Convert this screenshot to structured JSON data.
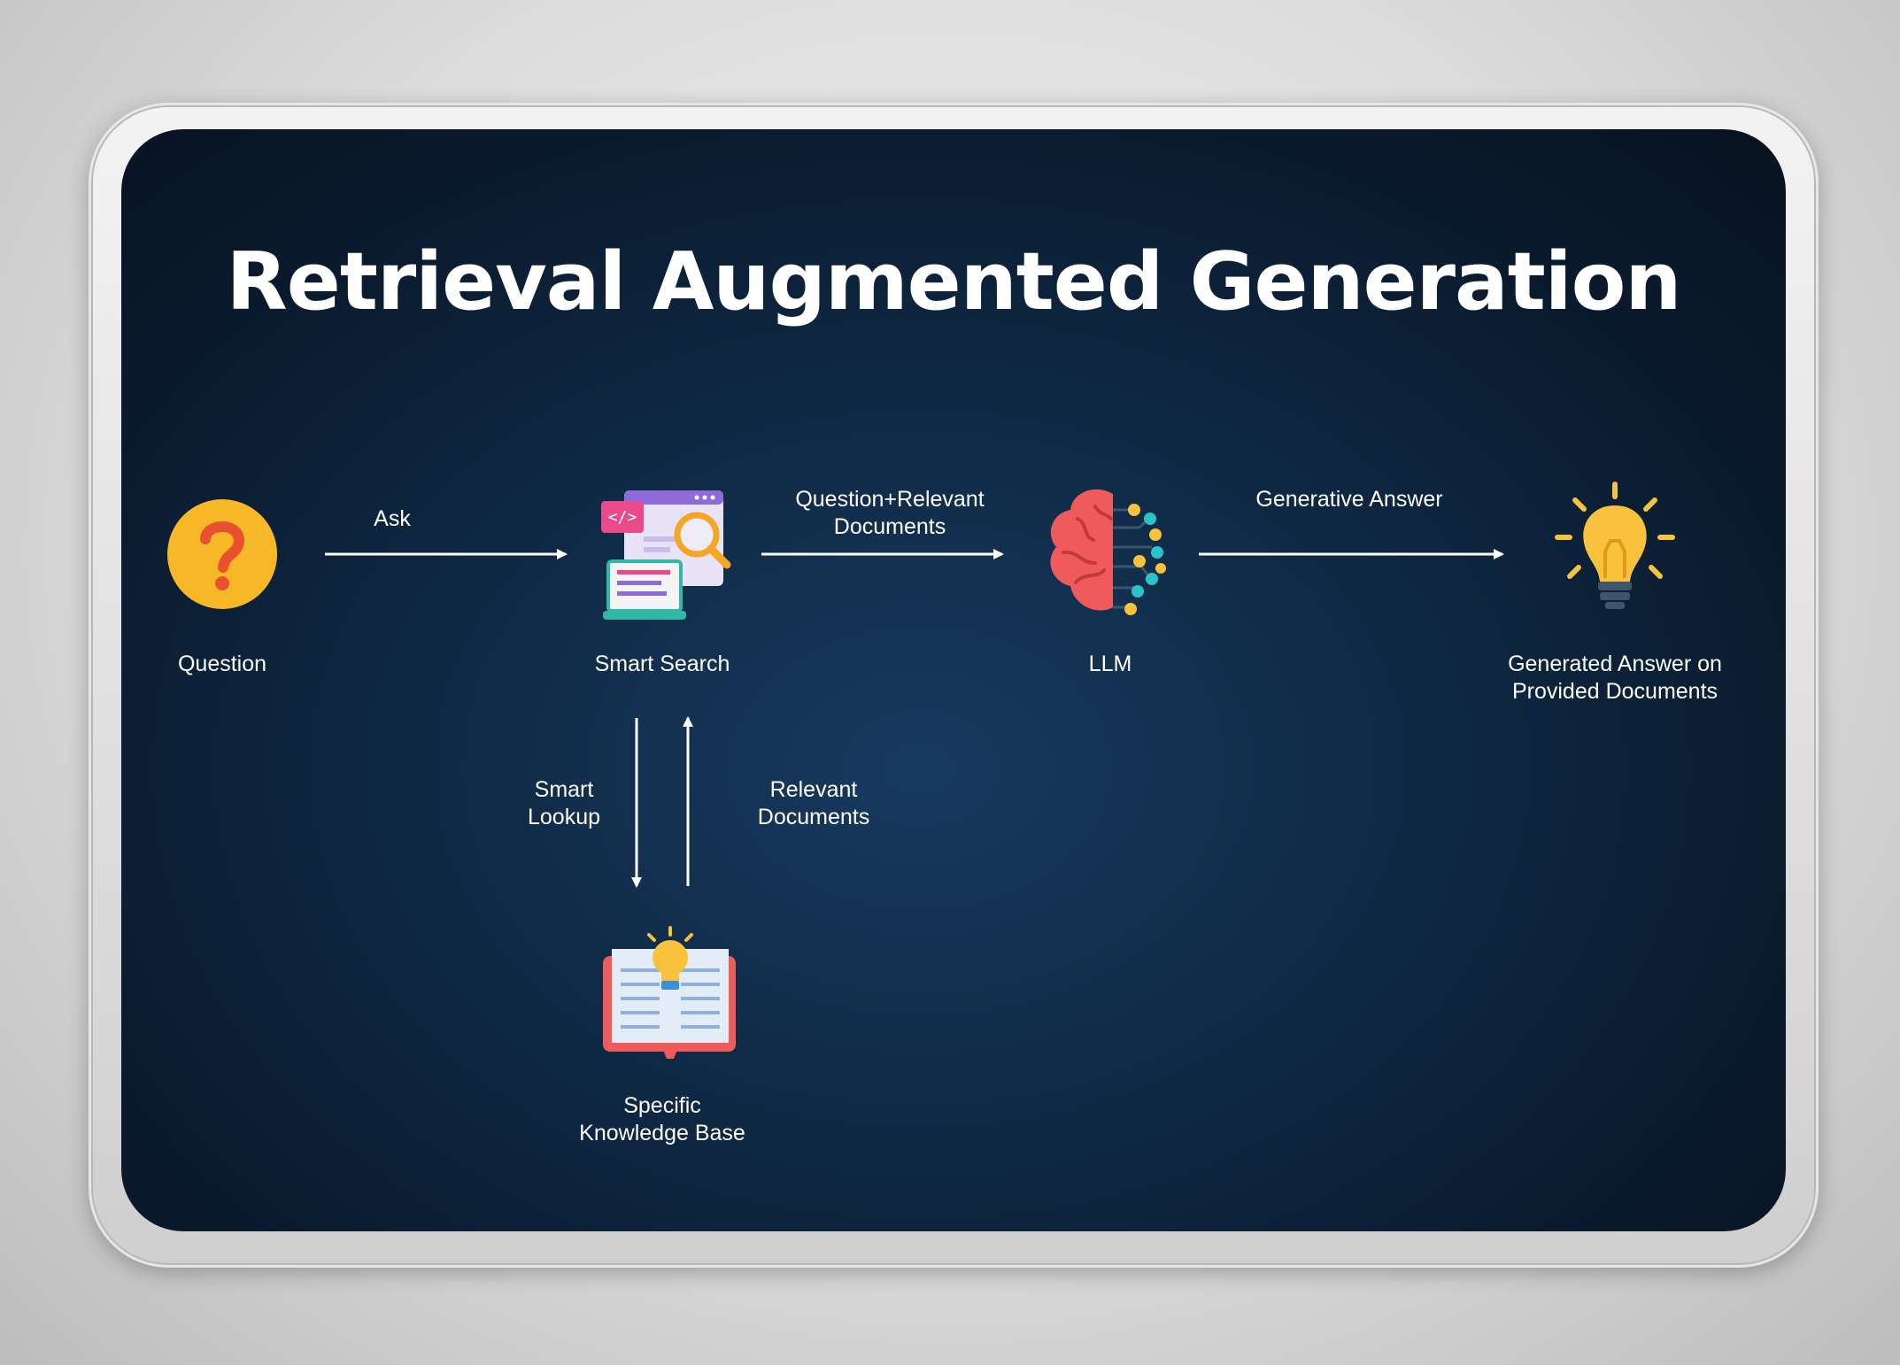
{
  "title": "Retrieval Augmented Generation",
  "nodes": {
    "question": "Question",
    "smart_search": "Smart Search",
    "llm": "LLM",
    "answer": "Generated Answer on\nProvided Documents",
    "knowledge_base": "Specific\nKnowledge Base"
  },
  "edges": {
    "ask": "Ask",
    "question_relevant_docs": "Question+Relevant\nDocuments",
    "generative_answer": "Generative Answer",
    "smart_lookup": "Smart\nLookup",
    "relevant_documents": "Relevant\nDocuments"
  },
  "colors": {
    "background": "#0f2945",
    "question_icon": "#f6b826",
    "question_mark": "#e8502f",
    "brain": "#ef5b5b",
    "bulb": "#f9c23c",
    "text": "#ffffff"
  },
  "icons": {
    "question": "question-mark-circle-icon",
    "smart_search": "code-window-search-icon",
    "llm": "brain-circuit-icon",
    "answer": "light-bulb-icon",
    "knowledge_base": "open-book-bulb-icon"
  }
}
